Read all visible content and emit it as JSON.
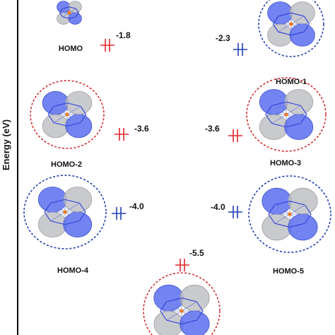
{
  "axis": {
    "label": "Energy (eV)"
  },
  "levels": [
    {
      "id": "homo",
      "label": "HOMO",
      "energy": "-1.8",
      "ring_color": "",
      "spin_color": "#e0252b"
    },
    {
      "id": "homo-1",
      "label": "HOMO-1",
      "energy": "-2.3",
      "ring_color": "#1f3fb5",
      "spin_color": "#1f3fb5"
    },
    {
      "id": "homo-2",
      "label": "HOMO-2",
      "energy": "-3.6",
      "ring_color": "#d62a2a",
      "spin_color": "#e0252b"
    },
    {
      "id": "homo-3",
      "label": "HOMO-3",
      "energy": "-3.6",
      "ring_color": "#d62a2a",
      "spin_color": "#e0252b"
    },
    {
      "id": "homo-4",
      "label": "HOMO-4",
      "energy": "-4.0",
      "ring_color": "#1f3fb5",
      "spin_color": "#1f3fb5"
    },
    {
      "id": "homo-5",
      "label": "HOMO-5",
      "energy": "-4.0",
      "ring_color": "#1f3fb5",
      "spin_color": "#1f3fb5"
    },
    {
      "id": "homo-6",
      "label": "",
      "energy": "-5.5",
      "ring_color": "#d62a2a",
      "spin_color": "#e0252b"
    }
  ],
  "colors": {
    "lobe_blue": "#5a6ef0",
    "lobe_gray": "#bfc1c5",
    "cluster_edge": "#2b3fd6",
    "center_atom": "#f07a1a"
  }
}
